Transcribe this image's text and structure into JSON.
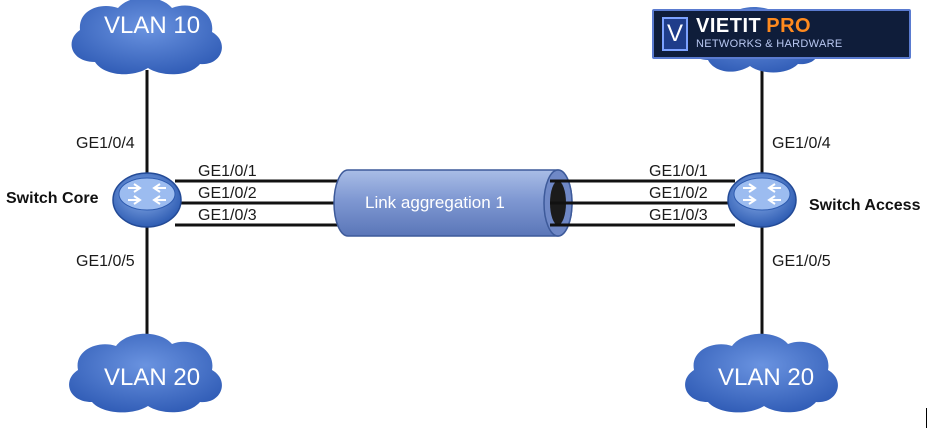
{
  "brand": {
    "logo_letter": "V",
    "name_main": "VIETIT",
    "name_accent": "PRO",
    "tagline": "NETWORKS & HARDWARE"
  },
  "clouds": {
    "top_left": "VLAN 10",
    "bottom_left": "VLAN 20",
    "bottom_right": "VLAN 20"
  },
  "switches": {
    "core": "Switch Core",
    "access": "Switch Access"
  },
  "ports": {
    "core_uplink": "GE1/0/4",
    "core_downlink": "GE1/0/5",
    "core_agg": [
      "GE1/0/1",
      "GE1/0/2",
      "GE1/0/3"
    ],
    "access_uplink": "GE1/0/4",
    "access_downlink": "GE1/0/5",
    "access_agg": [
      "GE1/0/1",
      "GE1/0/2",
      "GE1/0/3"
    ]
  },
  "link_aggregation": "Link aggregation 1",
  "colors": {
    "cloud": "#3e6dc8",
    "switch": "#4f7fd0",
    "tunnel": "#8aa2d6",
    "brand_accent": "#ff8a1e"
  }
}
